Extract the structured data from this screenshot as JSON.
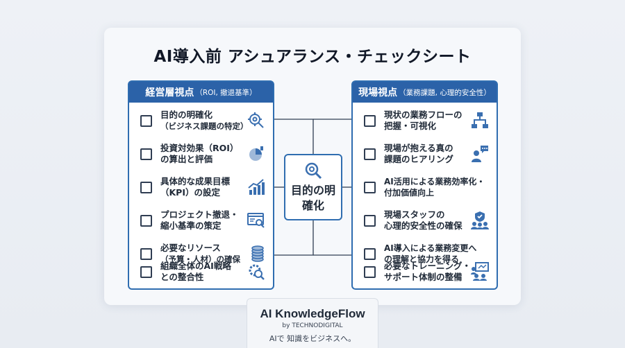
{
  "title": "AI導入前 アシュアランス・チェックシート",
  "center_label": "目的の明確化",
  "left_panel": {
    "title": "経営層視点",
    "subtitle": "（ROI, 撤退基準）",
    "items": [
      {
        "line1": "目的の明確化",
        "line2": "（ビジネス課題の特定）",
        "icon": "gear-magnifier-icon"
      },
      {
        "line1": "投資対効果（ROI）",
        "line2": "の算出と評価",
        "icon": "pie-chart-icon"
      },
      {
        "line1": "具体的な成果目標",
        "line2": "（KPI）の設定",
        "icon": "growth-chart-icon"
      },
      {
        "line1": "プロジェクト撤退・",
        "line2": "縮小基準の策定",
        "icon": "document-search-icon"
      },
      {
        "line1": "必要なリソース",
        "line2": "（予算・人材）の確保",
        "icon": "coins-icon"
      },
      {
        "line1": "組織全体のAI戦略",
        "line2": "との整合性",
        "icon": "gear-search-icon"
      }
    ]
  },
  "right_panel": {
    "title": "現場視点",
    "subtitle": "（業務課題, 心理的安全性）",
    "items": [
      {
        "line1": "現状の業務フローの",
        "line2": "把握・可視化",
        "icon": "flowchart-icon"
      },
      {
        "line1": "現場が抱える真の",
        "line2": "課題のヒアリング",
        "icon": "person-chat-icon"
      },
      {
        "line1": "AI活用による業務効率化・",
        "line2": "付加価値向上",
        "icon": ""
      },
      {
        "line1": "現場スタッフの",
        "line2": "心理的安全性の確保",
        "icon": "shield-team-icon"
      },
      {
        "line1": "AI導入による業務変更へ",
        "line2": "の理解と協力を得る",
        "icon": ""
      },
      {
        "line1": "必要なトレーニング・",
        "line2": "サポート体制の整備",
        "icon": "training-icon"
      }
    ]
  },
  "brand": {
    "name": "AI KnowledgeFlow",
    "by": "by TECHNODIGITAL",
    "tagline": "AIで 知識をビジネスへ。"
  },
  "colors": {
    "accent": "#2b62a8",
    "border": "#2f6db0",
    "icon": "#3a6fb0"
  }
}
